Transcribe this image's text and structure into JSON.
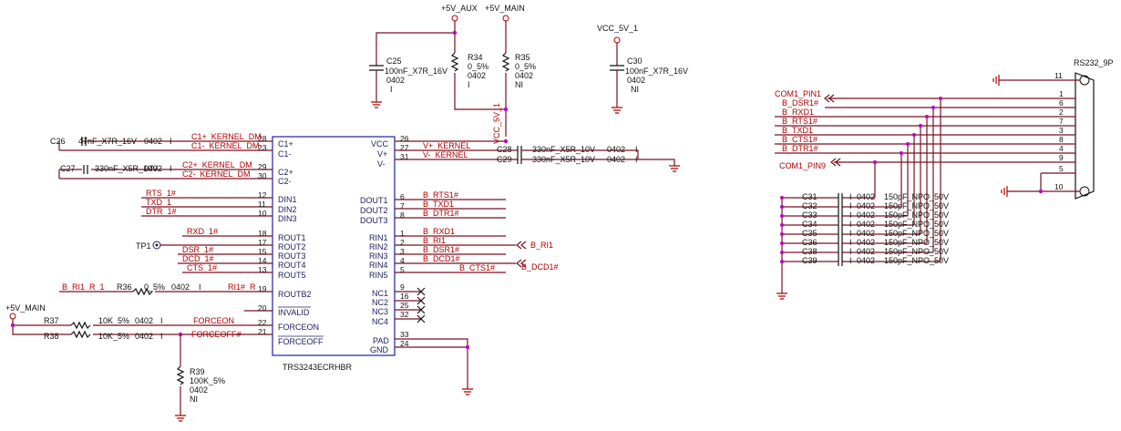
{
  "power": {
    "aux": "+5V_AUX",
    "main_top": "+5V_MAIN",
    "vcc1": "VCC_5V_1",
    "main_left": "+5V_MAIN",
    "vcc_net": "VCC_5V_1"
  },
  "ic": {
    "name": "TRS3243ECRHBR",
    "left_pins": [
      {
        "num": "28",
        "name": "C1+",
        "net": "C1+_KERNEL_DM"
      },
      {
        "num": "23",
        "name": "C1-",
        "net": "C1-_KERNEL_DM"
      },
      {
        "num": "29",
        "name": "C2+",
        "net": "C2+_KERNEL_DM"
      },
      {
        "num": "30",
        "name": "C2-",
        "net": "C2-_KERNEL_DM"
      },
      {
        "num": "12",
        "name": "DIN1",
        "net": "RTS_1#"
      },
      {
        "num": "11",
        "name": "DIN2",
        "net": "TXD_1"
      },
      {
        "num": "10",
        "name": "DIN3",
        "net": "DTR_1#"
      },
      {
        "num": "18",
        "name": "ROUT1",
        "net": "RXD_1#"
      },
      {
        "num": "17",
        "name": "ROUT2",
        "net": ""
      },
      {
        "num": "15",
        "name": "ROUT3",
        "net": "DSR_1#"
      },
      {
        "num": "14",
        "name": "ROUT4",
        "net": "DCD_1#"
      },
      {
        "num": "13",
        "name": "ROUT5",
        "net": "CTS_1#"
      },
      {
        "num": "19",
        "name": "ROUTB2",
        "net": "RI1#_R"
      },
      {
        "num": "20",
        "name": "INVALID",
        "net": ""
      },
      {
        "num": "22",
        "name": "FORCEON",
        "net": "FORCEON"
      },
      {
        "num": "21",
        "name": "FORCEOFF",
        "net": "FORCEOFF#"
      }
    ],
    "right_pins": [
      {
        "num": "26",
        "name": "VCC",
        "net": ""
      },
      {
        "num": "27",
        "name": "V+",
        "net": "V+_KERNEL"
      },
      {
        "num": "31",
        "name": "V-",
        "net": "V-_KERNEL"
      },
      {
        "num": "6",
        "name": "DOUT1",
        "net": "B_RTS1#"
      },
      {
        "num": "7",
        "name": "DOUT2",
        "net": "B_TXD1"
      },
      {
        "num": "8",
        "name": "DOUT3",
        "net": "B_DTR1#"
      },
      {
        "num": "1",
        "name": "RIN1",
        "net": "B_RXD1"
      },
      {
        "num": "2",
        "name": "RIN2",
        "net": "B_RI1"
      },
      {
        "num": "3",
        "name": "RIN3",
        "net": "B_DSR1#"
      },
      {
        "num": "4",
        "name": "RIN4",
        "net": "B_DCD1#"
      },
      {
        "num": "5",
        "name": "RIN5",
        "net": "B_CTS1#"
      },
      {
        "num": "9",
        "name": "NC1",
        "net": ""
      },
      {
        "num": "16",
        "name": "NC2",
        "net": ""
      },
      {
        "num": "25",
        "name": "NC3",
        "net": ""
      },
      {
        "num": "32",
        "name": "NC4",
        "net": ""
      },
      {
        "num": "33",
        "name": "PAD",
        "net": ""
      },
      {
        "num": "24",
        "name": "GND",
        "net": ""
      }
    ]
  },
  "parts": {
    "c25": {
      "ref": "C25",
      "l1": "100nF_X7R_16V",
      "l2": "0402",
      "l3": "I"
    },
    "r34": {
      "ref": "R34",
      "l1": "0_5%",
      "l2": "0402",
      "l3": "I"
    },
    "r35": {
      "ref": "R35",
      "l1": "0_5%",
      "l2": "0402",
      "l3": "NI"
    },
    "c30": {
      "ref": "C30",
      "l1": "100nF_X7R_16V",
      "l2": "0402",
      "l3": "NI"
    },
    "c26": {
      "ref": "C26",
      "l1": "47nF_X7R_16V",
      "l2": "0402",
      "l3": "I"
    },
    "c27": {
      "ref": "C27",
      "l1": "330nF_X5R_10V",
      "l2": "0402",
      "l3": "I"
    },
    "c28": {
      "ref": "C28",
      "l1": "330nF_X5R_10V",
      "l2": "0402",
      "l3": "I"
    },
    "c29": {
      "ref": "C29",
      "l1": "330nF_X5R_10V",
      "l2": "0402",
      "l3": "I"
    },
    "r36": {
      "ref": "R36",
      "l1": "0_5%",
      "l2": "0402",
      "l3": "I"
    },
    "r37": {
      "ref": "R37",
      "l1": "10K_5%",
      "l2": "0402",
      "l3": "I"
    },
    "r38": {
      "ref": "R38",
      "l1": "10K_5%",
      "l2": "0402",
      "l3": "I"
    },
    "r39": {
      "ref": "R39",
      "l1": "100K_5%",
      "l2": "0402",
      "l3": "NI"
    },
    "tp1": "TP1",
    "b_ri1_r1": "B_RI1_R_1"
  },
  "offpage": {
    "b_ri1": "B_RI1",
    "b_dcd1": "B_DCD1#",
    "com1_pin1": "COM1_PIN1",
    "com1_pin9": "COM1_PIN9"
  },
  "connector": {
    "name": "RS232_9P",
    "pins": [
      "1",
      "6",
      "2",
      "7",
      "3",
      "8",
      "4",
      "9",
      "5"
    ],
    "mount1": "11",
    "mount2": "10",
    "nets": [
      "B_DSR1#",
      "B_RXD1",
      "B_RTS1#",
      "B_TXD1",
      "B_CTS1#",
      "B_DTR1#"
    ]
  },
  "esd_caps": [
    {
      "ref": "C31",
      "l1": "I",
      "l2": "0402",
      "l3": "150pF_NPO_50V"
    },
    {
      "ref": "C32",
      "l1": "I",
      "l2": "0402",
      "l3": "150pF_NPO_50V"
    },
    {
      "ref": "C33",
      "l1": "I",
      "l2": "0402",
      "l3": "150pF_NPO_50V"
    },
    {
      "ref": "C34",
      "l1": "I",
      "l2": "0402",
      "l3": "150pF_NPO_50V"
    },
    {
      "ref": "C35",
      "l1": "I",
      "l2": "0402",
      "l3": "150pF_NPO_50V"
    },
    {
      "ref": "C36",
      "l1": "I",
      "l2": "0402",
      "l3": "150pF_NPO_50V"
    },
    {
      "ref": "C38",
      "l1": "I",
      "l2": "0402",
      "l3": "150pF_NPO_50V"
    },
    {
      "ref": "C39",
      "l1": "I",
      "l2": "0402",
      "l3": "150pF_NPO_50V"
    }
  ]
}
